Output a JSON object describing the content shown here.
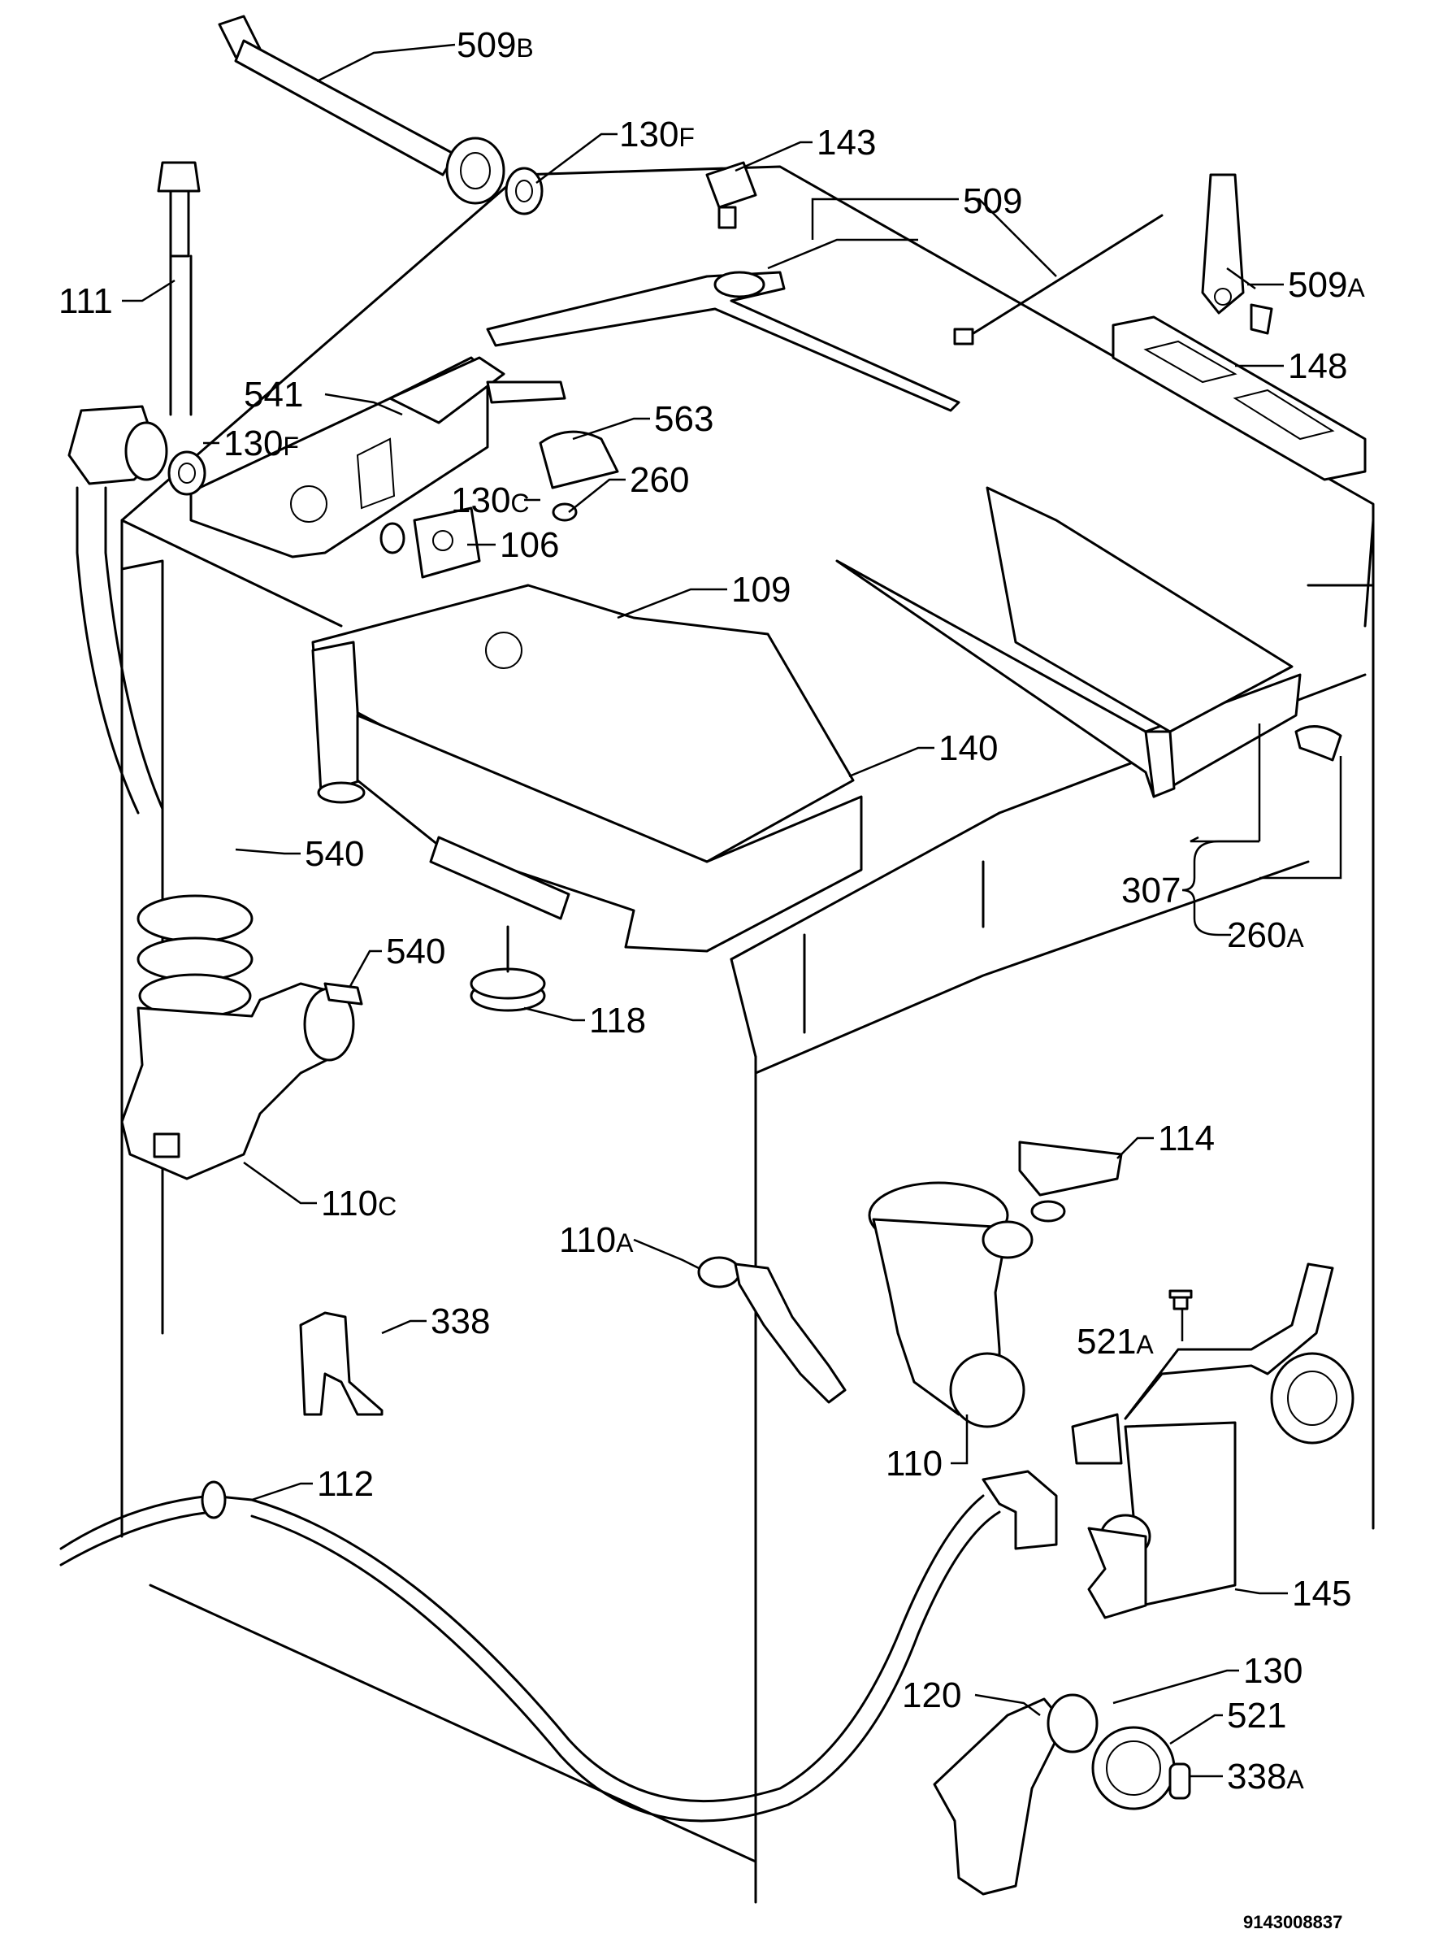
{
  "labels": {
    "l509b": {
      "num": "509",
      "suf": "B"
    },
    "l130f_top": {
      "num": "130",
      "suf": "F"
    },
    "l143": {
      "num": "143",
      "suf": ""
    },
    "l509": {
      "num": "509",
      "suf": ""
    },
    "l111": {
      "num": "111",
      "suf": ""
    },
    "l509a": {
      "num": "509",
      "suf": "A"
    },
    "l148": {
      "num": "148",
      "suf": ""
    },
    "l541": {
      "num": "541",
      "suf": ""
    },
    "l563": {
      "num": "563",
      "suf": ""
    },
    "l130f_mid": {
      "num": "130",
      "suf": "F"
    },
    "l260": {
      "num": "260",
      "suf": ""
    },
    "l130c": {
      "num": "130",
      "suf": "C"
    },
    "l106": {
      "num": "106",
      "suf": ""
    },
    "l109": {
      "num": "109",
      "suf": ""
    },
    "l140": {
      "num": "140",
      "suf": ""
    },
    "l307": {
      "num": "307",
      "suf": ""
    },
    "l260a": {
      "num": "260",
      "suf": "A"
    },
    "l540_top": {
      "num": "540",
      "suf": ""
    },
    "l540_mid": {
      "num": "540",
      "suf": ""
    },
    "l118": {
      "num": "118",
      "suf": ""
    },
    "l110c": {
      "num": "110",
      "suf": "C"
    },
    "l114": {
      "num": "114",
      "suf": ""
    },
    "l110a": {
      "num": "110",
      "suf": "A"
    },
    "l338": {
      "num": "338",
      "suf": ""
    },
    "l521a": {
      "num": "521",
      "suf": "A"
    },
    "l112": {
      "num": "112",
      "suf": ""
    },
    "l110": {
      "num": "110",
      "suf": ""
    },
    "l145": {
      "num": "145",
      "suf": ""
    },
    "l130": {
      "num": "130",
      "suf": ""
    },
    "l120": {
      "num": "120",
      "suf": ""
    },
    "l521": {
      "num": "521",
      "suf": ""
    },
    "l338a": {
      "num": "338",
      "suf": "A"
    }
  },
  "drawing_code": "9143008837"
}
